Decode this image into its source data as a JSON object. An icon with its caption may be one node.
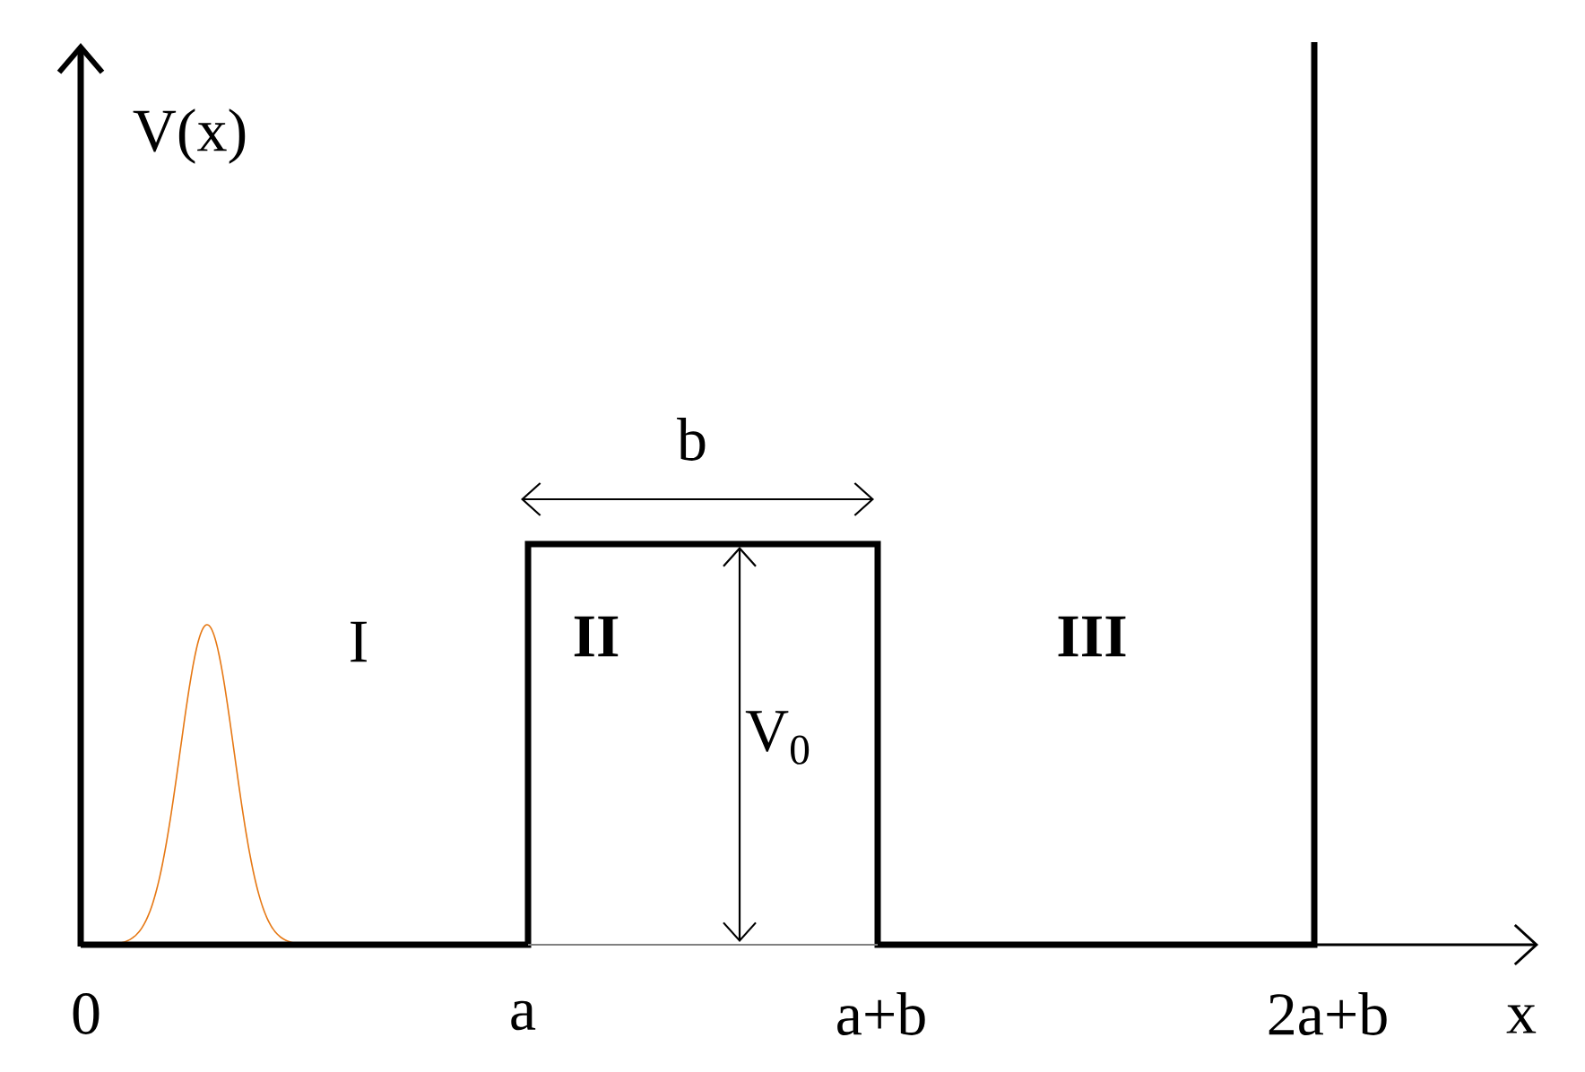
{
  "diagram": {
    "labels": [
      "V(x)",
      "b",
      "I",
      "II",
      "III",
      "V$_{0}$",
      "0",
      "a",
      "a+b",
      "2a+b",
      "x"
    ]
  }
}
